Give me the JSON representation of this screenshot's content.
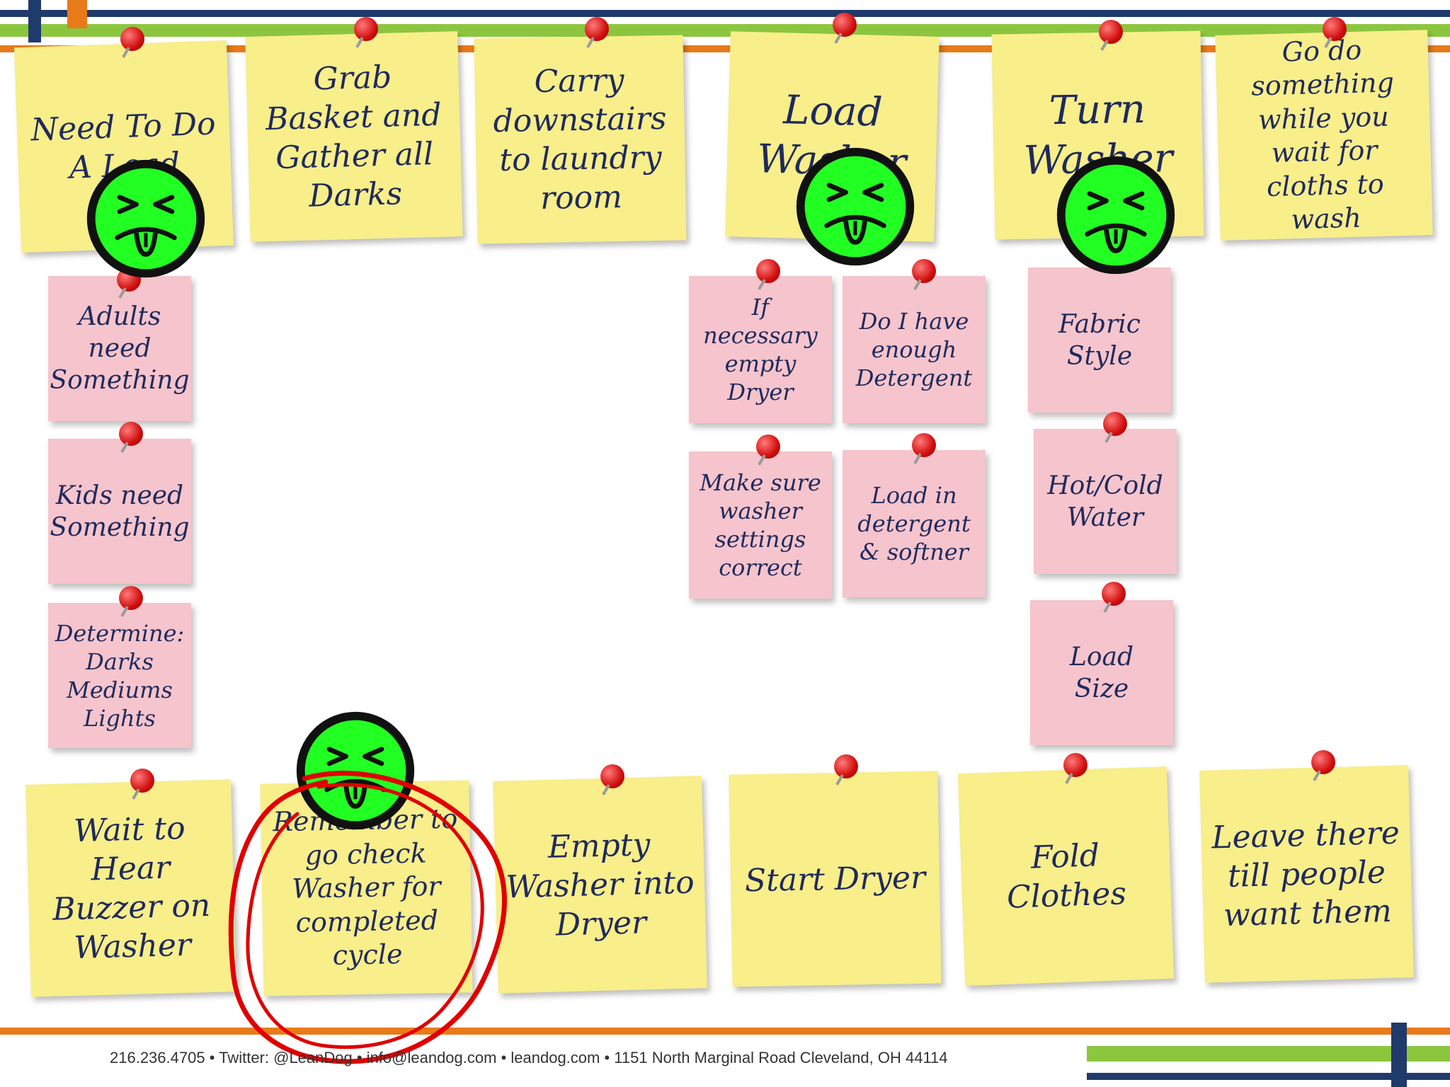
{
  "notes": {
    "top_row": [
      "Need To Do A Load",
      "Grab Basket and Gather all Darks",
      "Carry downstairs to laundry room",
      "Load Washer",
      "Turn Washer",
      "Go do something while you wait for cloths to wash"
    ],
    "left_column": [
      "Adults need Something",
      "Kids need Something",
      "Determine: Darks Mediums Lights"
    ],
    "load_washer_column_a": [
      "If necessary empty Dryer",
      "Make sure washer settings correct"
    ],
    "load_washer_column_b": [
      "Do I have enough Detergent",
      "Load in detergent & softner"
    ],
    "turn_washer_column": [
      "Fabric Style",
      "Hot/Cold Water",
      "Load Size"
    ],
    "bottom_row": [
      "Wait to Hear Buzzer on Washer",
      "Remember to go check Washer for completed cycle",
      "Empty Washer into Dryer",
      "Start Dryer",
      "Fold Clothes",
      "Leave there till people want them"
    ]
  },
  "footer": {
    "contact": "216.236.4705 • Twitter: @LeanDog • info@leandog.com • leandog.com • 1151 North Marginal Road Cleveland, OH 44114"
  },
  "colors": {
    "note_yellow": "#f8ee8a",
    "note_pink": "#f6c4cc",
    "pin_red": "#d10d0d",
    "face_green": "#22ff22",
    "circle_red": "#e00000",
    "stripe_navy": "#1f3b6b",
    "stripe_orange": "#e87a1a",
    "stripe_green": "#8cc63f"
  },
  "icons": [
    "push-pin-icon",
    "mr-yuk-face-icon"
  ]
}
